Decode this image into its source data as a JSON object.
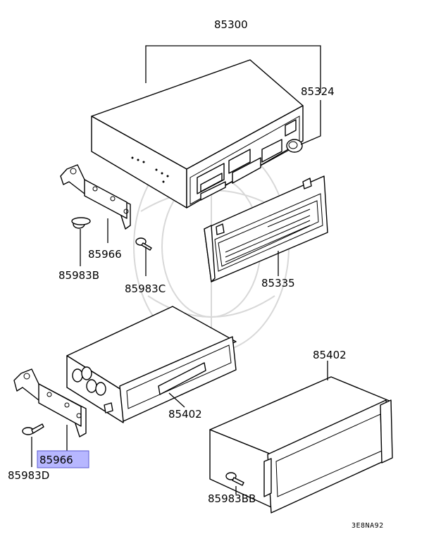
{
  "labels": {
    "p85300": "85300",
    "p85324": "85324",
    "p85966_upper": "85966",
    "p85983B": "85983B",
    "p85983C": "85983C",
    "p85335": "85335",
    "p85402_upper": "85402",
    "p85402_lower": "85402",
    "p85966_lower": "85966",
    "p85983D": "85983D",
    "p85983BB": "85983BB"
  },
  "code": "3E8NA92",
  "highlight": {
    "label": "85966",
    "color": "#b7b7ff"
  }
}
